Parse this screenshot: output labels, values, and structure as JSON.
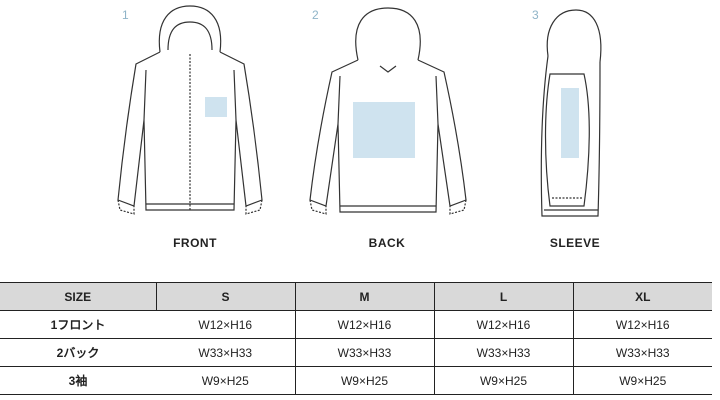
{
  "views": [
    {
      "number": "1",
      "caption": "FRONT"
    },
    {
      "number": "2",
      "caption": "BACK"
    },
    {
      "number": "3",
      "caption": "SLEEVE"
    }
  ],
  "print_area_color": "#cfe3ef",
  "number_color": "#8fb4c8",
  "table": {
    "header": [
      "SIZE",
      "S",
      "M",
      "L",
      "XL"
    ],
    "rows": [
      {
        "label": "1フロント",
        "cells": [
          "W12×H16",
          "W12×H16",
          "W12×H16",
          "W12×H16"
        ]
      },
      {
        "label": "2バック",
        "cells": [
          "W33×H33",
          "W33×H33",
          "W33×H33",
          "W33×H33"
        ]
      },
      {
        "label": "3袖",
        "cells": [
          "W9×H25",
          "W9×H25",
          "W9×H25",
          "W9×H25"
        ]
      }
    ]
  }
}
